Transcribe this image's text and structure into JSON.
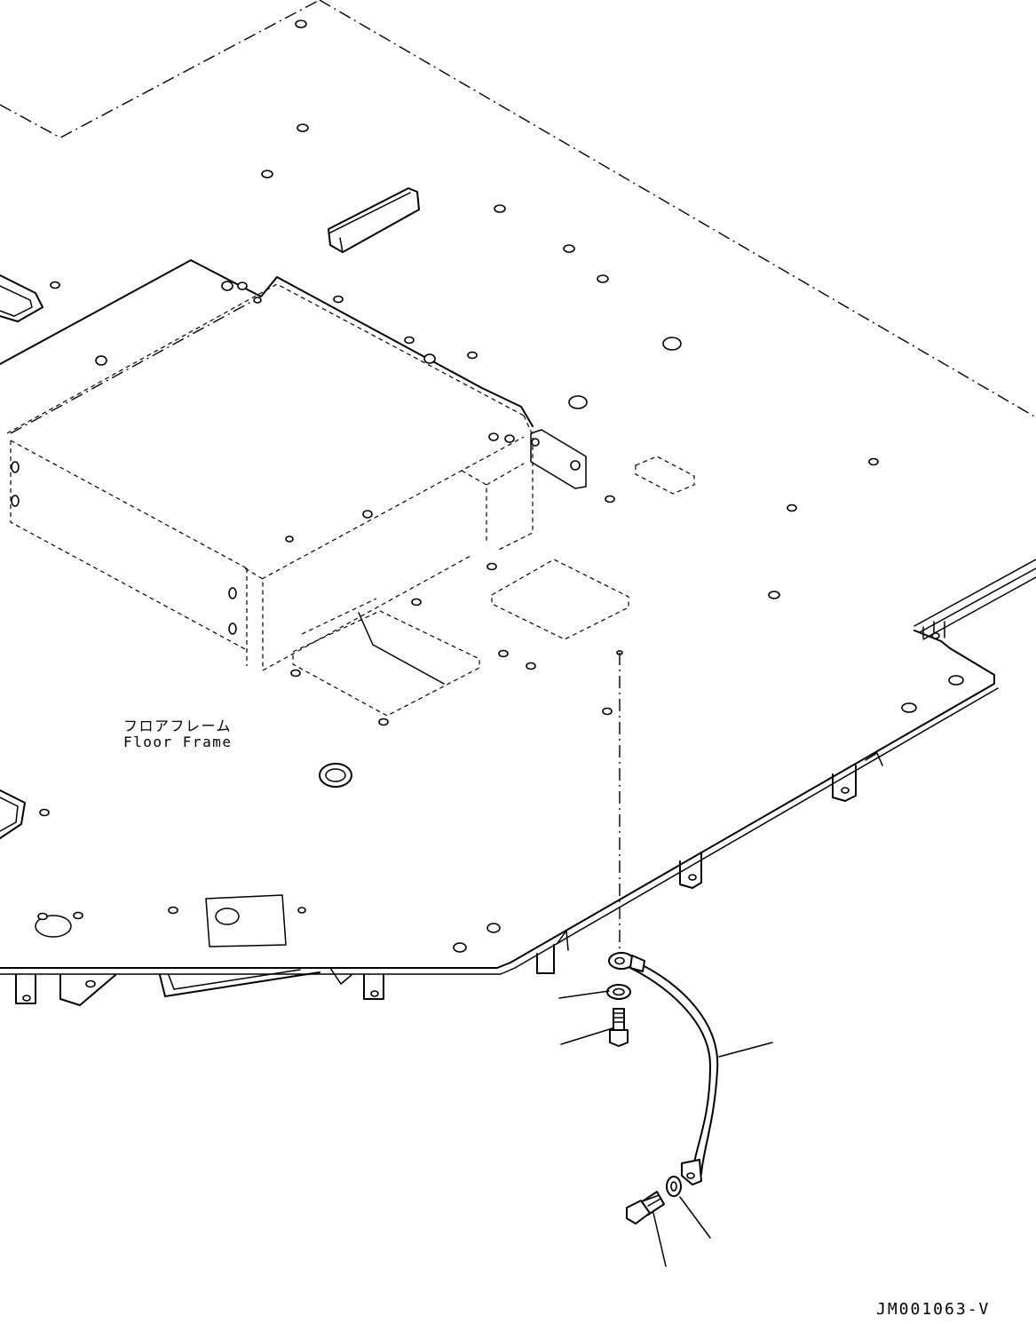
{
  "labels": {
    "floor_frame_ja": "フロアフレーム",
    "floor_frame_en": "Floor Frame"
  },
  "drawing_number": "JM001063-V"
}
